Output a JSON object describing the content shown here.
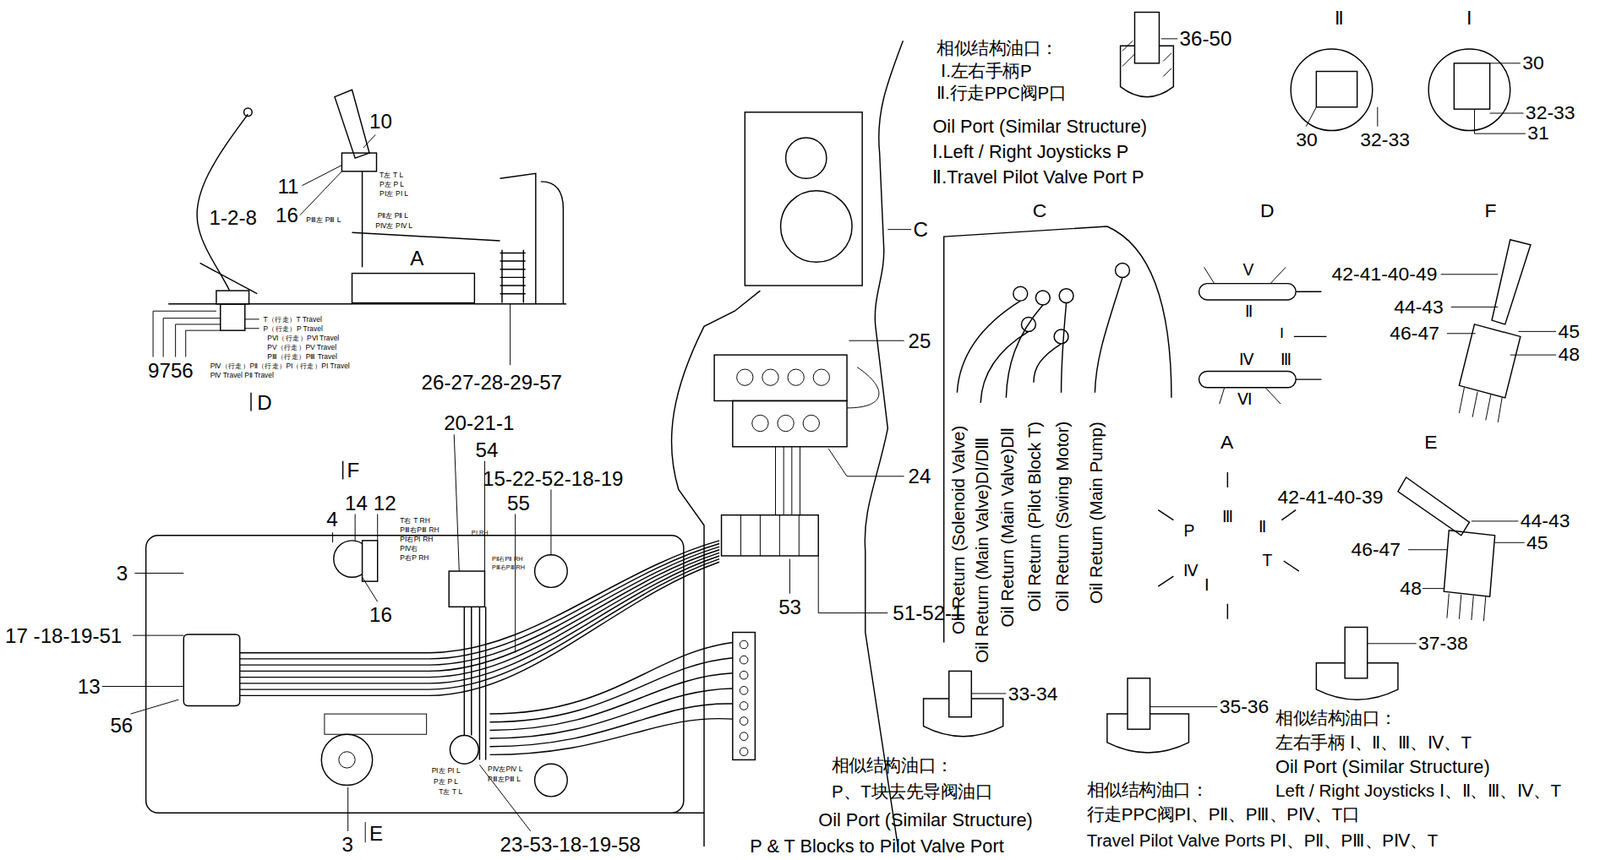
{
  "diagram": {
    "labels": [
      "36-50",
      "相似结构油口：",
      "Ⅰ.左右手柄P",
      "Ⅱ.行走PPC阀P口",
      "Oil Port (Similar Structure)",
      "Ⅰ.Left / Right Joysticks P",
      "Ⅱ.Travel Pilot Valve Port P",
      "Ⅱ",
      "Ⅰ",
      "30",
      "30",
      "32-33",
      "32-33",
      "31",
      "C",
      "D",
      "F",
      "42-41-40-49",
      "44-43",
      "46-47",
      "45",
      "48",
      "V",
      "Ⅱ",
      "Ⅰ",
      "Ⅳ",
      "Ⅲ",
      "Ⅵ",
      "A",
      "E",
      "Ⅲ",
      "Ⅱ",
      "P",
      "T",
      "Ⅳ",
      "Ⅰ",
      "42-41-40-39",
      "44-43",
      "46-47",
      "45",
      "48",
      "37-38",
      "相似结构油口：",
      "左右手柄 Ⅰ、Ⅱ、Ⅲ、Ⅳ、T",
      "Oil Port (Similar Structure)",
      "Left / Right Joysticks Ⅰ、Ⅱ、Ⅲ、Ⅳ、T",
      "35-36",
      "相似结构油口：",
      "行走PPC阀PⅠ、PⅡ、PⅢ、PⅣ、T口",
      "Travel Pilot Valve Ports PⅠ、PⅡ、PⅢ、PⅣ、T",
      "33-34",
      "相似结构油口：",
      "P、T块去先导阀油口",
      "Oil Port (Similar Structure)",
      "P & T Blocks to Pilot Valve Port",
      "Oil Return (Solenoid Valve)",
      "Oil Return (Main Valve)DⅠ/DⅢ",
      "Oil Return (Main Valve)DⅡ",
      "Oil Return (Pilot Block T)",
      "Oil Return (Swing Motor)",
      "Oil Return (Main Pump)",
      "10",
      "11",
      "16",
      "1-2-8",
      "T左 T L",
      "P左 P L",
      "PⅠ左 PⅠ L",
      "PⅡ左 PⅡ L",
      "PⅢ左 PⅢ L",
      "PⅣ左 PⅣ L",
      "A",
      "T（行走）T Travel",
      "P（行走）P Travel",
      "PⅥ（行走）PⅥ Travel",
      "PV（行走）PV Travel",
      "PⅢ（行走）PⅢ Travel",
      "PⅣ（行走）PⅡ（行走）PⅠ（行走）PⅠ Travel",
      "PⅣ Travel PⅡ Travel",
      "9756",
      "D",
      "26-27-28-29-57",
      "C",
      "25",
      "24",
      "20-21-1",
      "54",
      "15-22-52-18-19",
      "55",
      "F",
      "4",
      "14",
      "12",
      "3",
      "16",
      "17 -18-19-51",
      "13",
      "56",
      "53",
      "51-52-1",
      "3",
      "E",
      "23-53-18-19-58",
      "T右 T RH",
      "PⅢ右PⅢ RH",
      "PⅠ右PⅠ RH",
      "PⅣ右",
      "P右P RH",
      "PⅠ RH",
      "PⅡ右PⅡ RH",
      "PⅢ右PⅢ RH",
      "PⅠ左 PⅠ L",
      "P左 P L",
      "T左 T L",
      "PⅣ左PⅣ L",
      "PⅢ左PⅢ L"
    ]
  }
}
